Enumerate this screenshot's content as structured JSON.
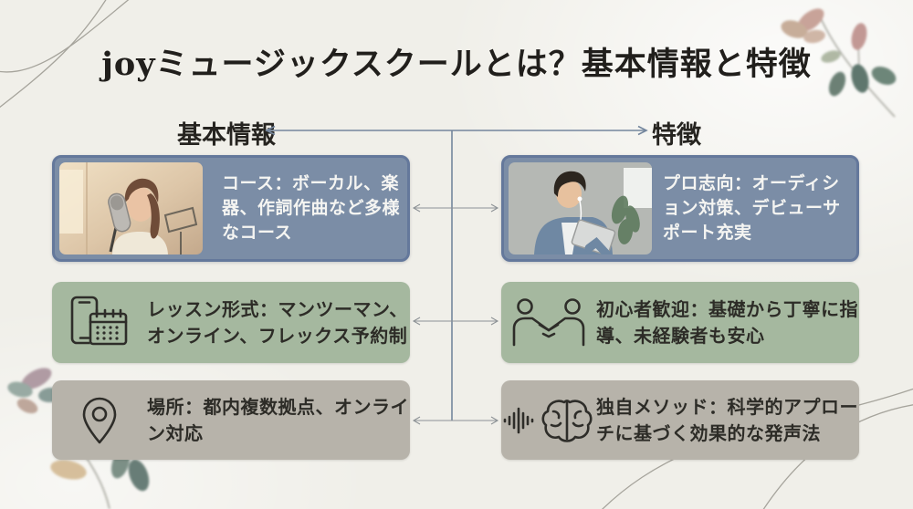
{
  "title": "joyミュージックスクールとは？基本情報と特徴",
  "headers": {
    "left": "基本情報",
    "right": "特徴"
  },
  "cards": {
    "left": [
      {
        "kind": "photo",
        "image": "woman-singing-studio-mic-photo",
        "text": "コース：ボーカル、楽器、作詞作曲など多様なコース"
      },
      {
        "kind": "icon",
        "icon": "smartphone-calendar-icon",
        "text": "レッスン形式：マンツーマン、オンライン、フレックス予約制"
      },
      {
        "kind": "icon",
        "icon": "location-pin-icon",
        "text": "場所：都内複数拠点、オンライン対応"
      }
    ],
    "right": [
      {
        "kind": "photo",
        "image": "man-tablet-earphones-photo",
        "text": "プロ志向：オーディション対策、デビューサポート充実"
      },
      {
        "kind": "icon",
        "icon": "handshake-icon",
        "text": "初心者歓迎：基礎から丁寧に指導、未経験者も安心"
      },
      {
        "kind": "icon",
        "icon": "soundwave-brain-icon",
        "text": "独自メソッド：科学的アプローチに基づく効果的な発声法"
      }
    ]
  },
  "colors": {
    "background": "#f0efe9",
    "card_blue": "#7b8da6",
    "card_blue_border": "#64789b",
    "card_green": "#a5b89f",
    "card_gray": "#b7b3aa",
    "connector": "#74869d",
    "row_arrow": "#8d9296",
    "title_text": "#211f1c",
    "card_text_light": "#f5f5f2",
    "card_text_dark": "#2d2c27"
  }
}
